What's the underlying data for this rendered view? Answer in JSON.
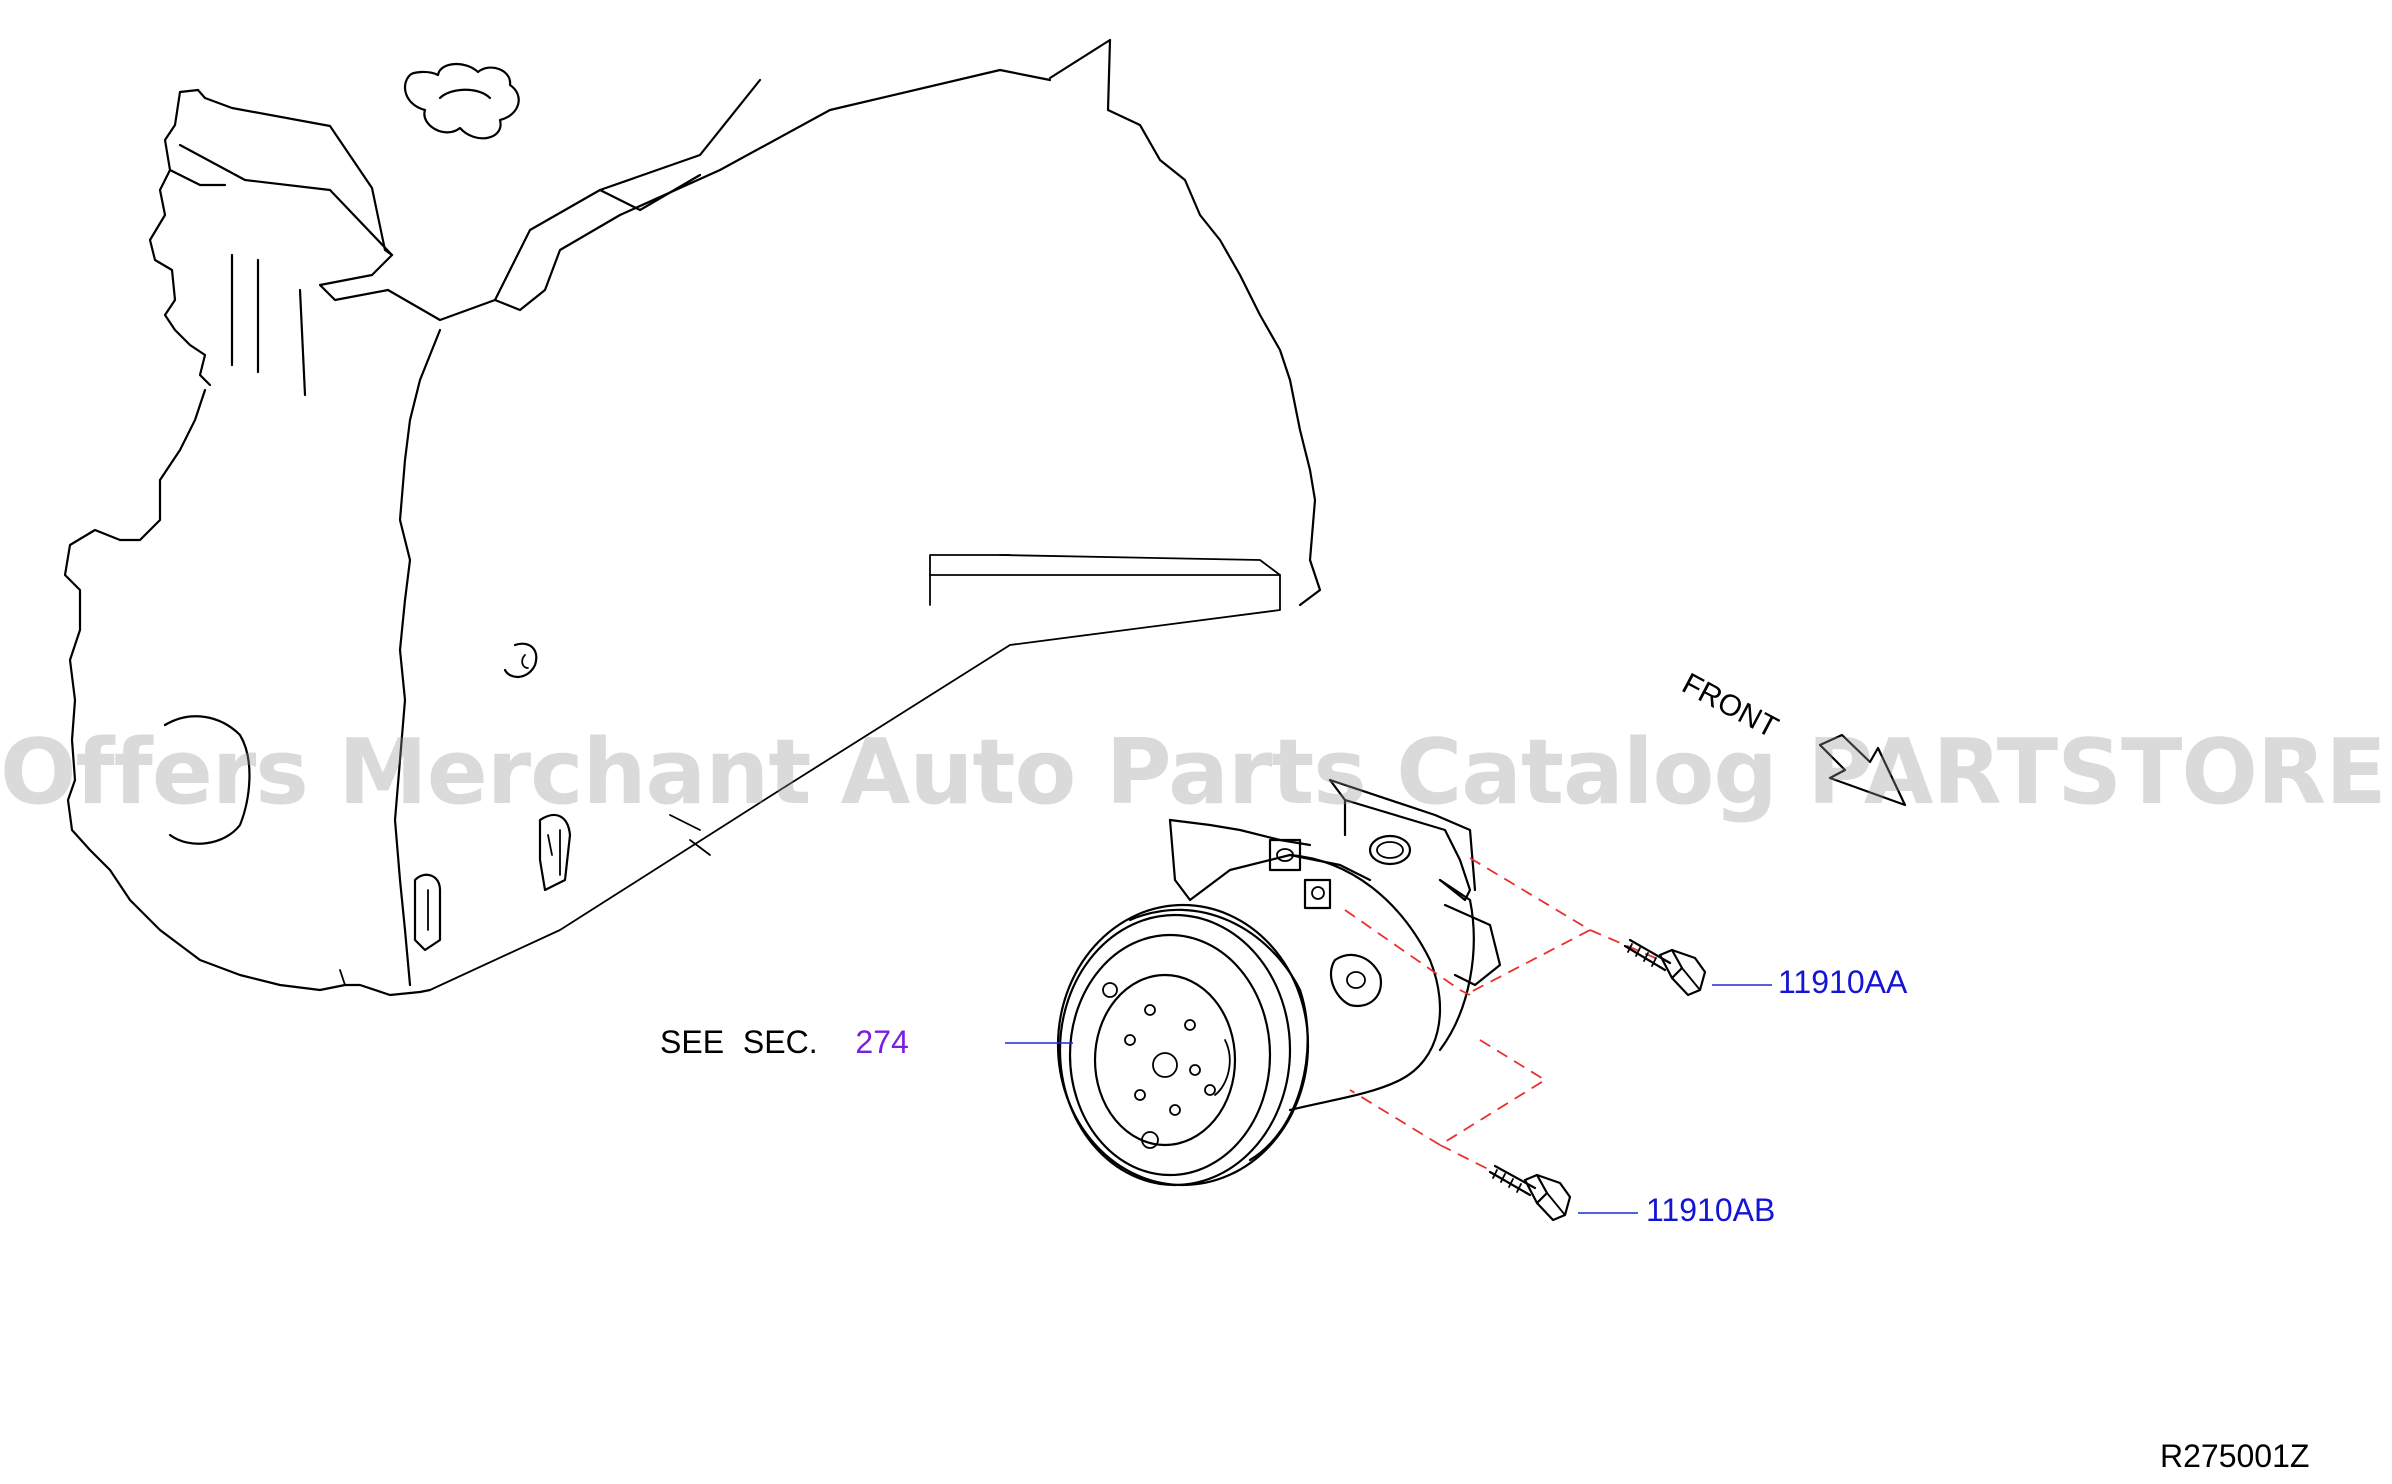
{
  "labels": {
    "part_aa": "11910AA",
    "part_ab": "11910AB",
    "see_prefix": "SEE  SEC.",
    "sec_number": "274",
    "front": "FRONT",
    "ref_code": "R275001Z"
  },
  "watermark": "Offers Merchant Auto Parts Catalog PARTSTORE.SA",
  "colors": {
    "part_number": "#1414d6",
    "section_link": "#7a1fe0",
    "hidden_lines": "#e8312f",
    "leader_lines": "#1c2bd8"
  }
}
